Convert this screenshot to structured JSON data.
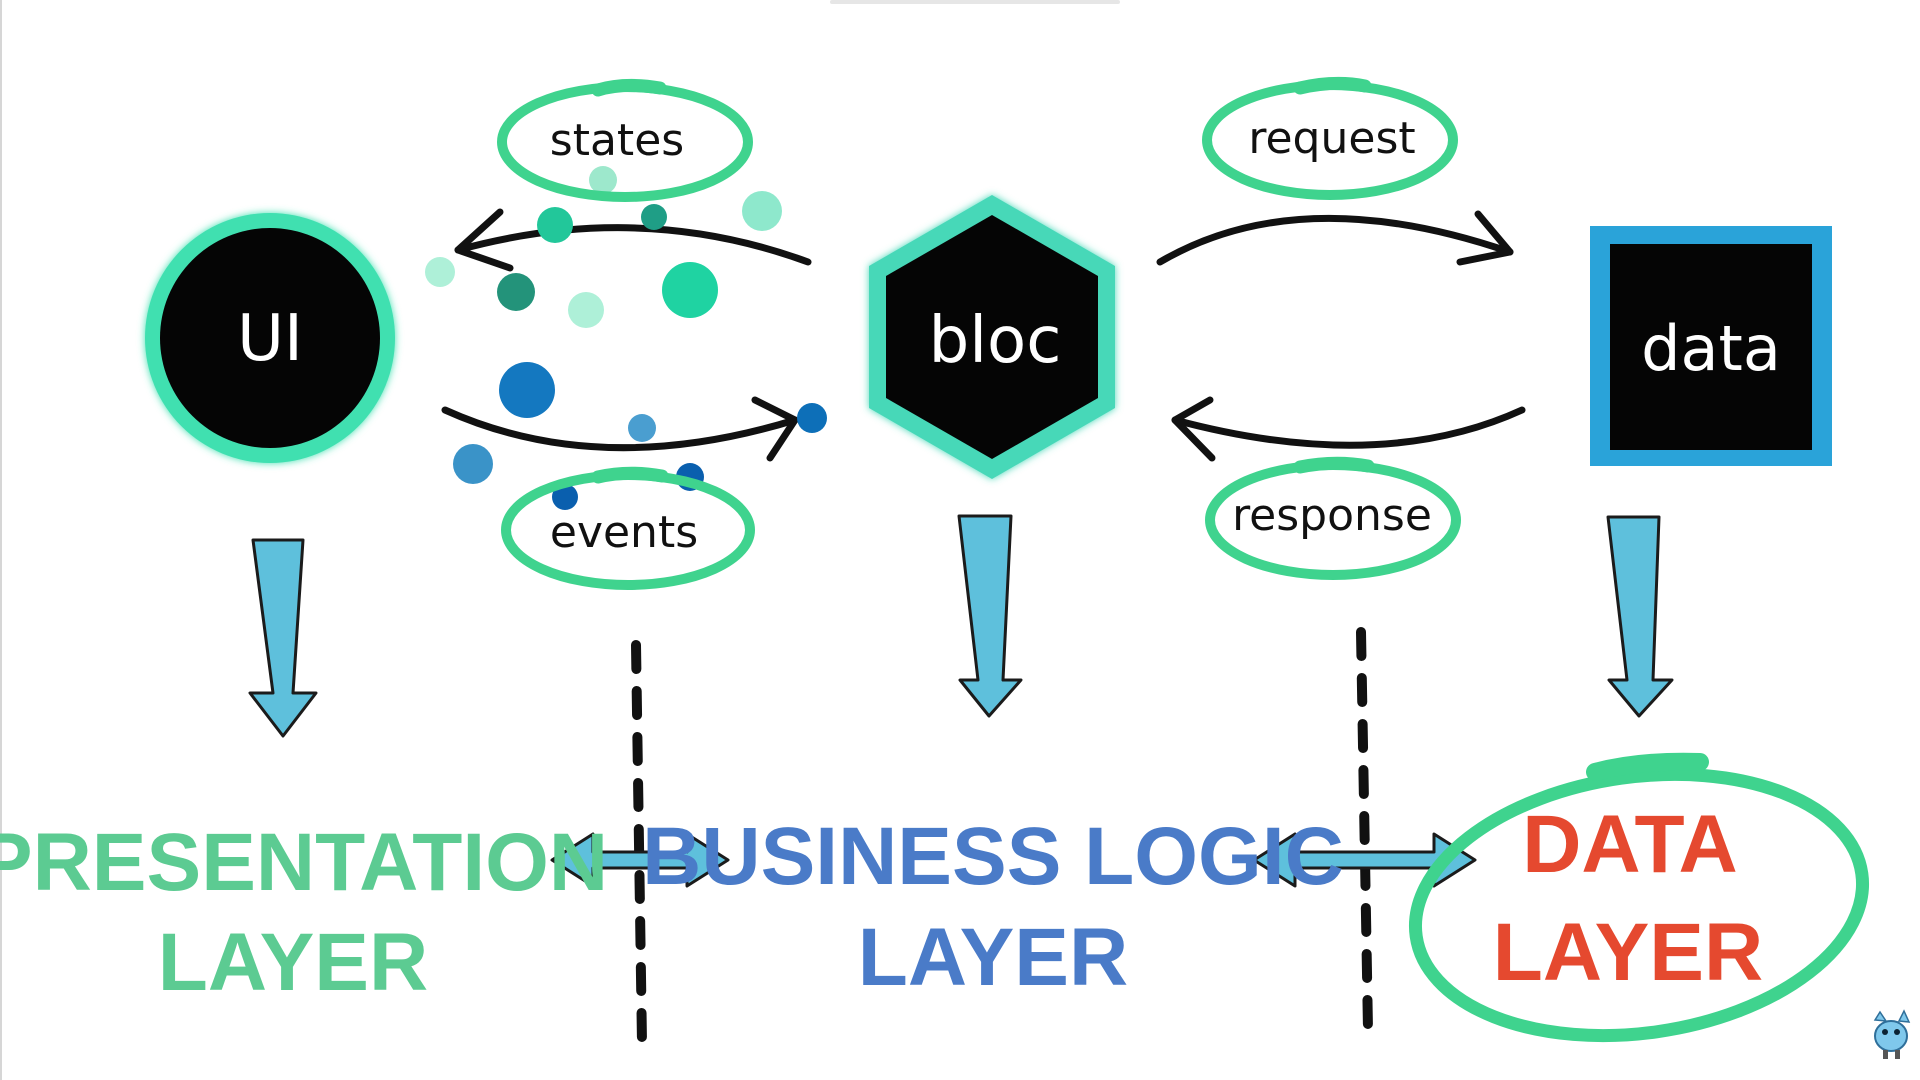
{
  "nodes": {
    "ui": "UI",
    "bloc": "bloc",
    "data": "data"
  },
  "bubbles": {
    "states": "states",
    "events": "events",
    "request": "request",
    "response": "response"
  },
  "layers": {
    "presentation": [
      "PRESENTATION",
      "LAYER"
    ],
    "business": [
      "BUSINESS LOGIC",
      "LAYER"
    ],
    "data": [
      "DATA",
      "LAYER"
    ]
  },
  "colors": {
    "ui_ring": "#3fe0b0",
    "bloc_hex": "#46d8b8",
    "data_frame": "#2aa3d9",
    "bubble_outline": "#3fd38e",
    "down_arrow": "#5ec0dc",
    "presentation": "#5ccb92",
    "business": "#4a7bc8",
    "data_layer": "#e5492f"
  }
}
